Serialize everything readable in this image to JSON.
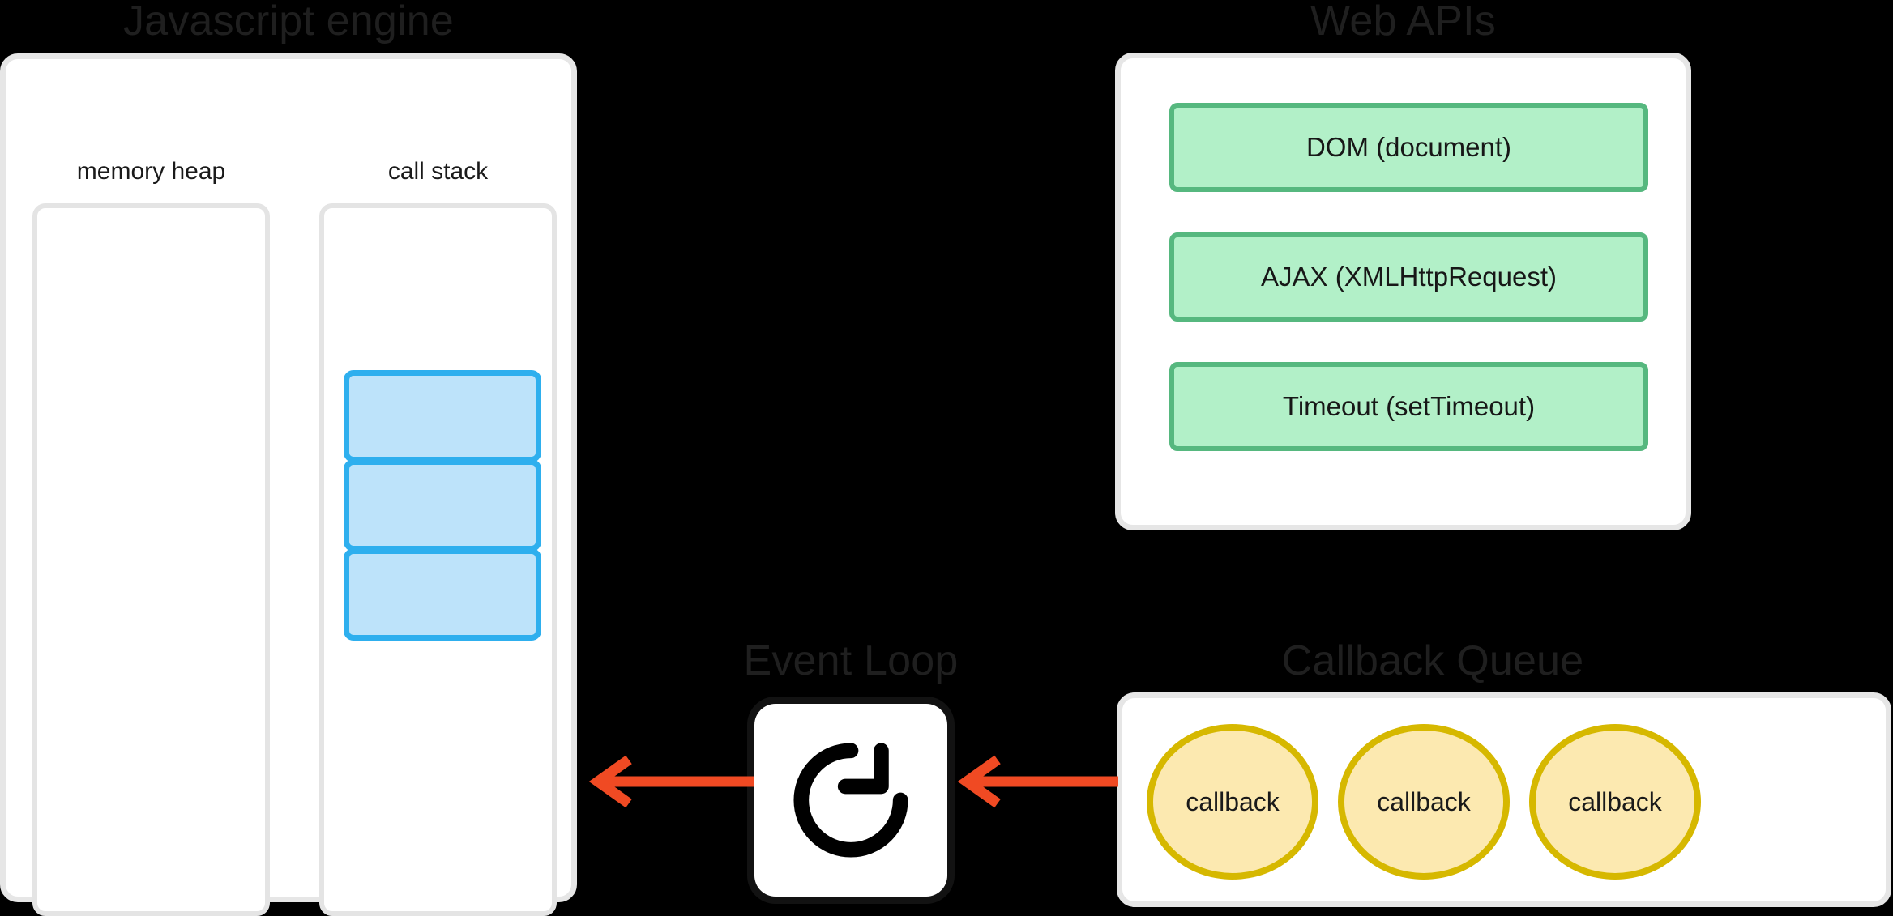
{
  "colors": {
    "background": "#000000",
    "panel_fill": "#ffffff",
    "panel_border": "#e6e6e6",
    "title_text": "#1f1f1f",
    "stack_frame_fill": "#bde3fa",
    "stack_frame_border": "#2eafee",
    "webapi_fill": "#b2f0c8",
    "webapi_border": "#56b87f",
    "callback_fill": "#fce9b0",
    "callback_border": "#d6b800",
    "arrow": "#f04a23",
    "event_loop_icon": "#000000"
  },
  "js_engine": {
    "title": "Javascript engine",
    "memory_heap": {
      "label": "memory heap",
      "items": []
    },
    "call_stack": {
      "label": "call stack",
      "frames": [
        "",
        "",
        ""
      ]
    }
  },
  "web_apis": {
    "title": "Web APIs",
    "items": [
      {
        "label": "DOM (document)"
      },
      {
        "label": "AJAX (XMLHttpRequest)"
      },
      {
        "label": "Timeout (setTimeout)"
      }
    ]
  },
  "event_loop": {
    "title": "Event Loop",
    "icon": "rotate-clockwise-icon"
  },
  "callback_queue": {
    "title": "Callback Queue",
    "items": [
      {
        "label": "callback"
      },
      {
        "label": "callback"
      },
      {
        "label": "callback"
      }
    ]
  },
  "arrows": [
    {
      "name": "event-loop-to-call-stack",
      "direction": "left"
    },
    {
      "name": "callback-queue-to-event-loop",
      "direction": "left"
    }
  ]
}
